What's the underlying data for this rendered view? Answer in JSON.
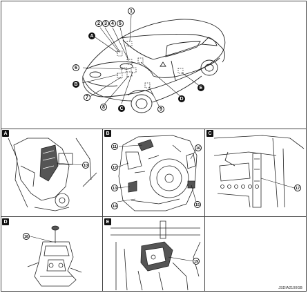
{
  "figure_code": "JSDIA2100GB",
  "overview": {
    "callouts_numbers": [
      "1",
      "2",
      "3",
      "4",
      "5",
      "6",
      "7",
      "8",
      "9"
    ],
    "callouts_letters": [
      "A",
      "B",
      "C",
      "D",
      "E"
    ]
  },
  "panels": {
    "A": {
      "letter": "A",
      "parts": [
        "10"
      ]
    },
    "B": {
      "letter": "B",
      "parts": [
        "11",
        "12",
        "13",
        "14",
        "15",
        "16"
      ]
    },
    "C": {
      "letter": "C",
      "parts": [
        "17"
      ]
    },
    "D": {
      "letter": "D",
      "parts": [
        "18"
      ]
    },
    "E": {
      "letter": "E",
      "parts": [
        "19"
      ]
    }
  }
}
